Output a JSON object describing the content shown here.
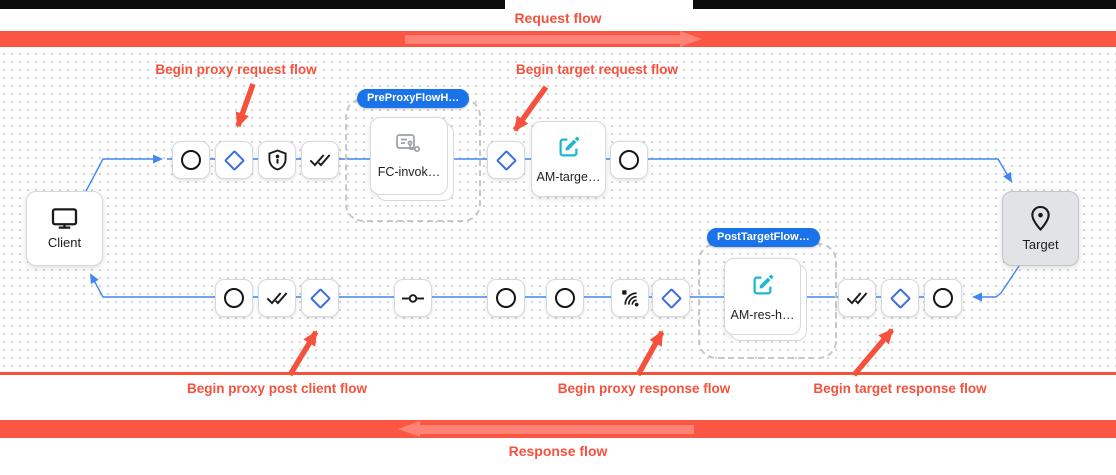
{
  "header": {
    "request_flow": "Request flow"
  },
  "footer": {
    "response_flow": "Response flow"
  },
  "annotations": {
    "proxy_request": "Begin proxy request flow",
    "target_request": "Begin target request flow",
    "proxy_post_client": "Begin proxy post client flow",
    "proxy_response": "Begin proxy response flow",
    "target_response": "Begin target response flow"
  },
  "pills": {
    "pre_proxy": "PreProxyFlowH…",
    "post_target": "PostTargetFlow…"
  },
  "nodes": {
    "client": "Client",
    "target": "Target",
    "fc_invoke": "FC-invok…",
    "am_target": "AM-targe…",
    "am_response": "AM-res-h…"
  },
  "colors": {
    "accent_red": "#f5513d",
    "bar_red": "#fb5544",
    "bar_arrow": "#ff8274",
    "pill_blue": "#1a73e8",
    "line_blue": "#4285f4",
    "diamond_blue": "#3f6de4",
    "teal": "#1cb8cd"
  }
}
